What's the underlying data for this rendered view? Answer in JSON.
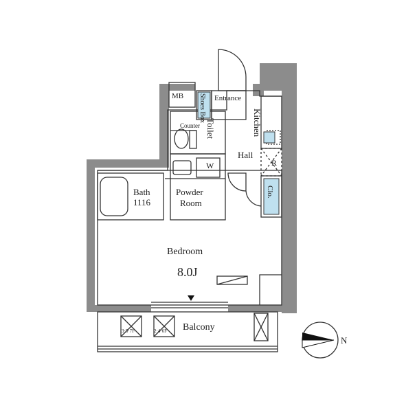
{
  "rooms": {
    "mb": "MB",
    "shoes_box": "Shoes Box",
    "entrance": "Entrance",
    "counter": "Counter",
    "toilet": "Toilet",
    "kitchen": "Kitchen",
    "hall": "Hall",
    "washer": "W",
    "refrigerator": "R",
    "bath": "Bath",
    "bath_size": "1116",
    "powder_room_line1": "Powder",
    "powder_room_line2": "Room",
    "closet": "Clo.",
    "bedroom": "Bedroom",
    "bedroom_size": "8.0J",
    "balcony": "Balcony",
    "floors_a": "3·5·7F",
    "floors_b": "2·4·6F"
  },
  "compass": {
    "label": "N"
  },
  "colors": {
    "wall": "#8c8c8c",
    "line": "#333333",
    "storage_fill": "#bfe0ef"
  }
}
